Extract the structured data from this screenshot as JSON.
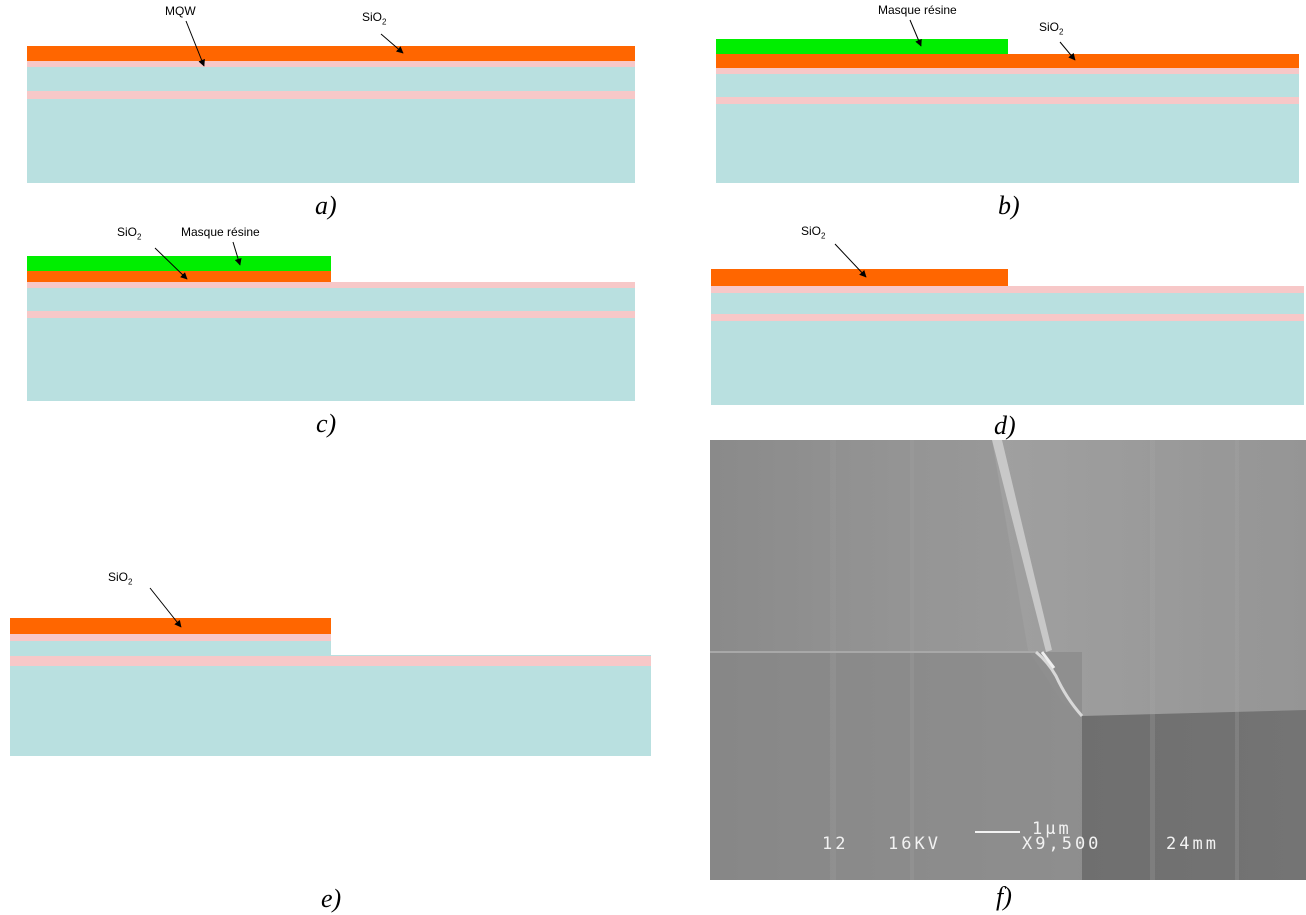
{
  "labels": {
    "mqw": "MQW",
    "sio2_main": "SiO",
    "sio2_sub": "2",
    "resist_mask": "Masque résine"
  },
  "captions": {
    "a": "a)",
    "b": "b)",
    "c": "c)",
    "d": "d)",
    "e": "e)",
    "f": "f)"
  },
  "sem": {
    "scale_label": "1µm",
    "info_id": "12",
    "info_kv": "16KV",
    "info_mag": "X9,500",
    "info_wd": "24mm"
  },
  "colors": {
    "substrate": "#b9e0e0",
    "mqw": "#f7c8c8",
    "oxide": "#ff6600",
    "resist": "#00ee00"
  }
}
